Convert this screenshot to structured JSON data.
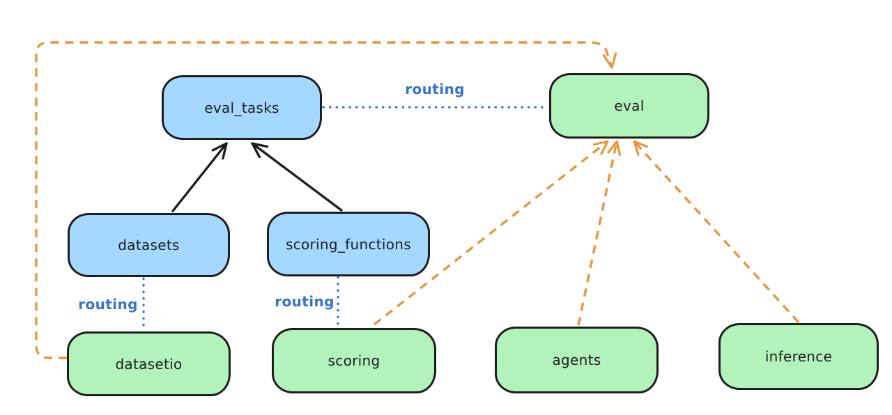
{
  "diagram": {
    "background_color": "#ffffff",
    "colors": {
      "registry_fill_blue": "#a5d8ff",
      "provider_fill_green": "#b2f2bb",
      "box_stroke": "#1e1e1e",
      "text": "#1e1e1e",
      "routing_blue": "#3575c9",
      "dashed_orange": "#e8963f",
      "solid_arrow_black": "#1e1e1e"
    },
    "nodes": {
      "eval_tasks": {
        "label": "eval_tasks",
        "fill": "#a5d8ff"
      },
      "eval": {
        "label": "eval",
        "fill": "#b2f2bb"
      },
      "datasets": {
        "label": "datasets",
        "fill": "#a5d8ff"
      },
      "scoring_functions": {
        "label": "scoring_functions",
        "fill": "#a5d8ff"
      },
      "datasetio": {
        "label": "datasetio",
        "fill": "#b2f2bb"
      },
      "scoring": {
        "label": "scoring",
        "fill": "#b2f2bb"
      },
      "agents": {
        "label": "agents",
        "fill": "#b2f2bb"
      },
      "inference": {
        "label": "inference",
        "fill": "#b2f2bb"
      }
    },
    "edges": [
      {
        "from": "datasets",
        "to": "eval_tasks",
        "style": "solid-black-arrow",
        "label": ""
      },
      {
        "from": "scoring_functions",
        "to": "eval_tasks",
        "style": "solid-black-arrow",
        "label": ""
      },
      {
        "from": "eval_tasks",
        "to": "eval",
        "style": "dotted-blue",
        "label": "routing"
      },
      {
        "from": "datasets",
        "to": "datasetio",
        "style": "dotted-blue",
        "label": "routing"
      },
      {
        "from": "scoring_functions",
        "to": "scoring",
        "style": "dotted-blue",
        "label": "routing"
      },
      {
        "from": "datasetio",
        "to": "eval",
        "style": "dashed-orange-arrow",
        "label": ""
      },
      {
        "from": "scoring",
        "to": "eval",
        "style": "dashed-orange-arrow",
        "label": ""
      },
      {
        "from": "agents",
        "to": "eval",
        "style": "dashed-orange-arrow",
        "label": ""
      },
      {
        "from": "inference",
        "to": "eval",
        "style": "dashed-orange-arrow",
        "label": ""
      }
    ]
  }
}
